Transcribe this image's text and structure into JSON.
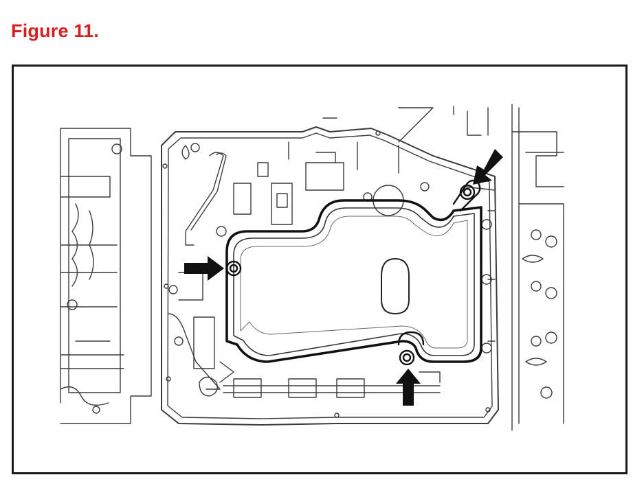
{
  "figure": {
    "title": "Figure 11.",
    "title_color": "#d81e1e"
  },
  "illustration": {
    "subject": "oil-pan-filter-bolt-locations",
    "callout_arrows": [
      "arrow-left-bolt",
      "arrow-top-right-bolt",
      "arrow-bottom-bolt"
    ]
  }
}
